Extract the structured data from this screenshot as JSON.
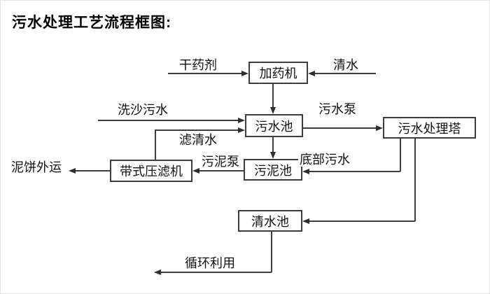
{
  "title": "污水处理工艺流程框图:",
  "diagram": {
    "nodes": {
      "dosing_machine": "加药机",
      "sewage_pool": "污水池",
      "sewage_treatment_tower": "污水处理塔",
      "sludge_pool": "污泥池",
      "belt_filter_press": "带式压滤机",
      "clear_water_pool": "清水池"
    },
    "flow_labels": {
      "dry_chemical": "干药剂",
      "clear_water": "清水",
      "sand_washing_sewage": "洗沙污水",
      "sewage_pump": "污水泵",
      "filtered_clear_water": "滤清水",
      "mud_cake_out": "泥饼外运",
      "sludge_pump": "污泥泵",
      "bottom_sewage": "底部污水",
      "recycling": "循环利用"
    },
    "colors": {
      "background": "#ffffff",
      "line": "#3d3d3d",
      "box_border": "#3c3c3c",
      "text": "#111111"
    }
  }
}
